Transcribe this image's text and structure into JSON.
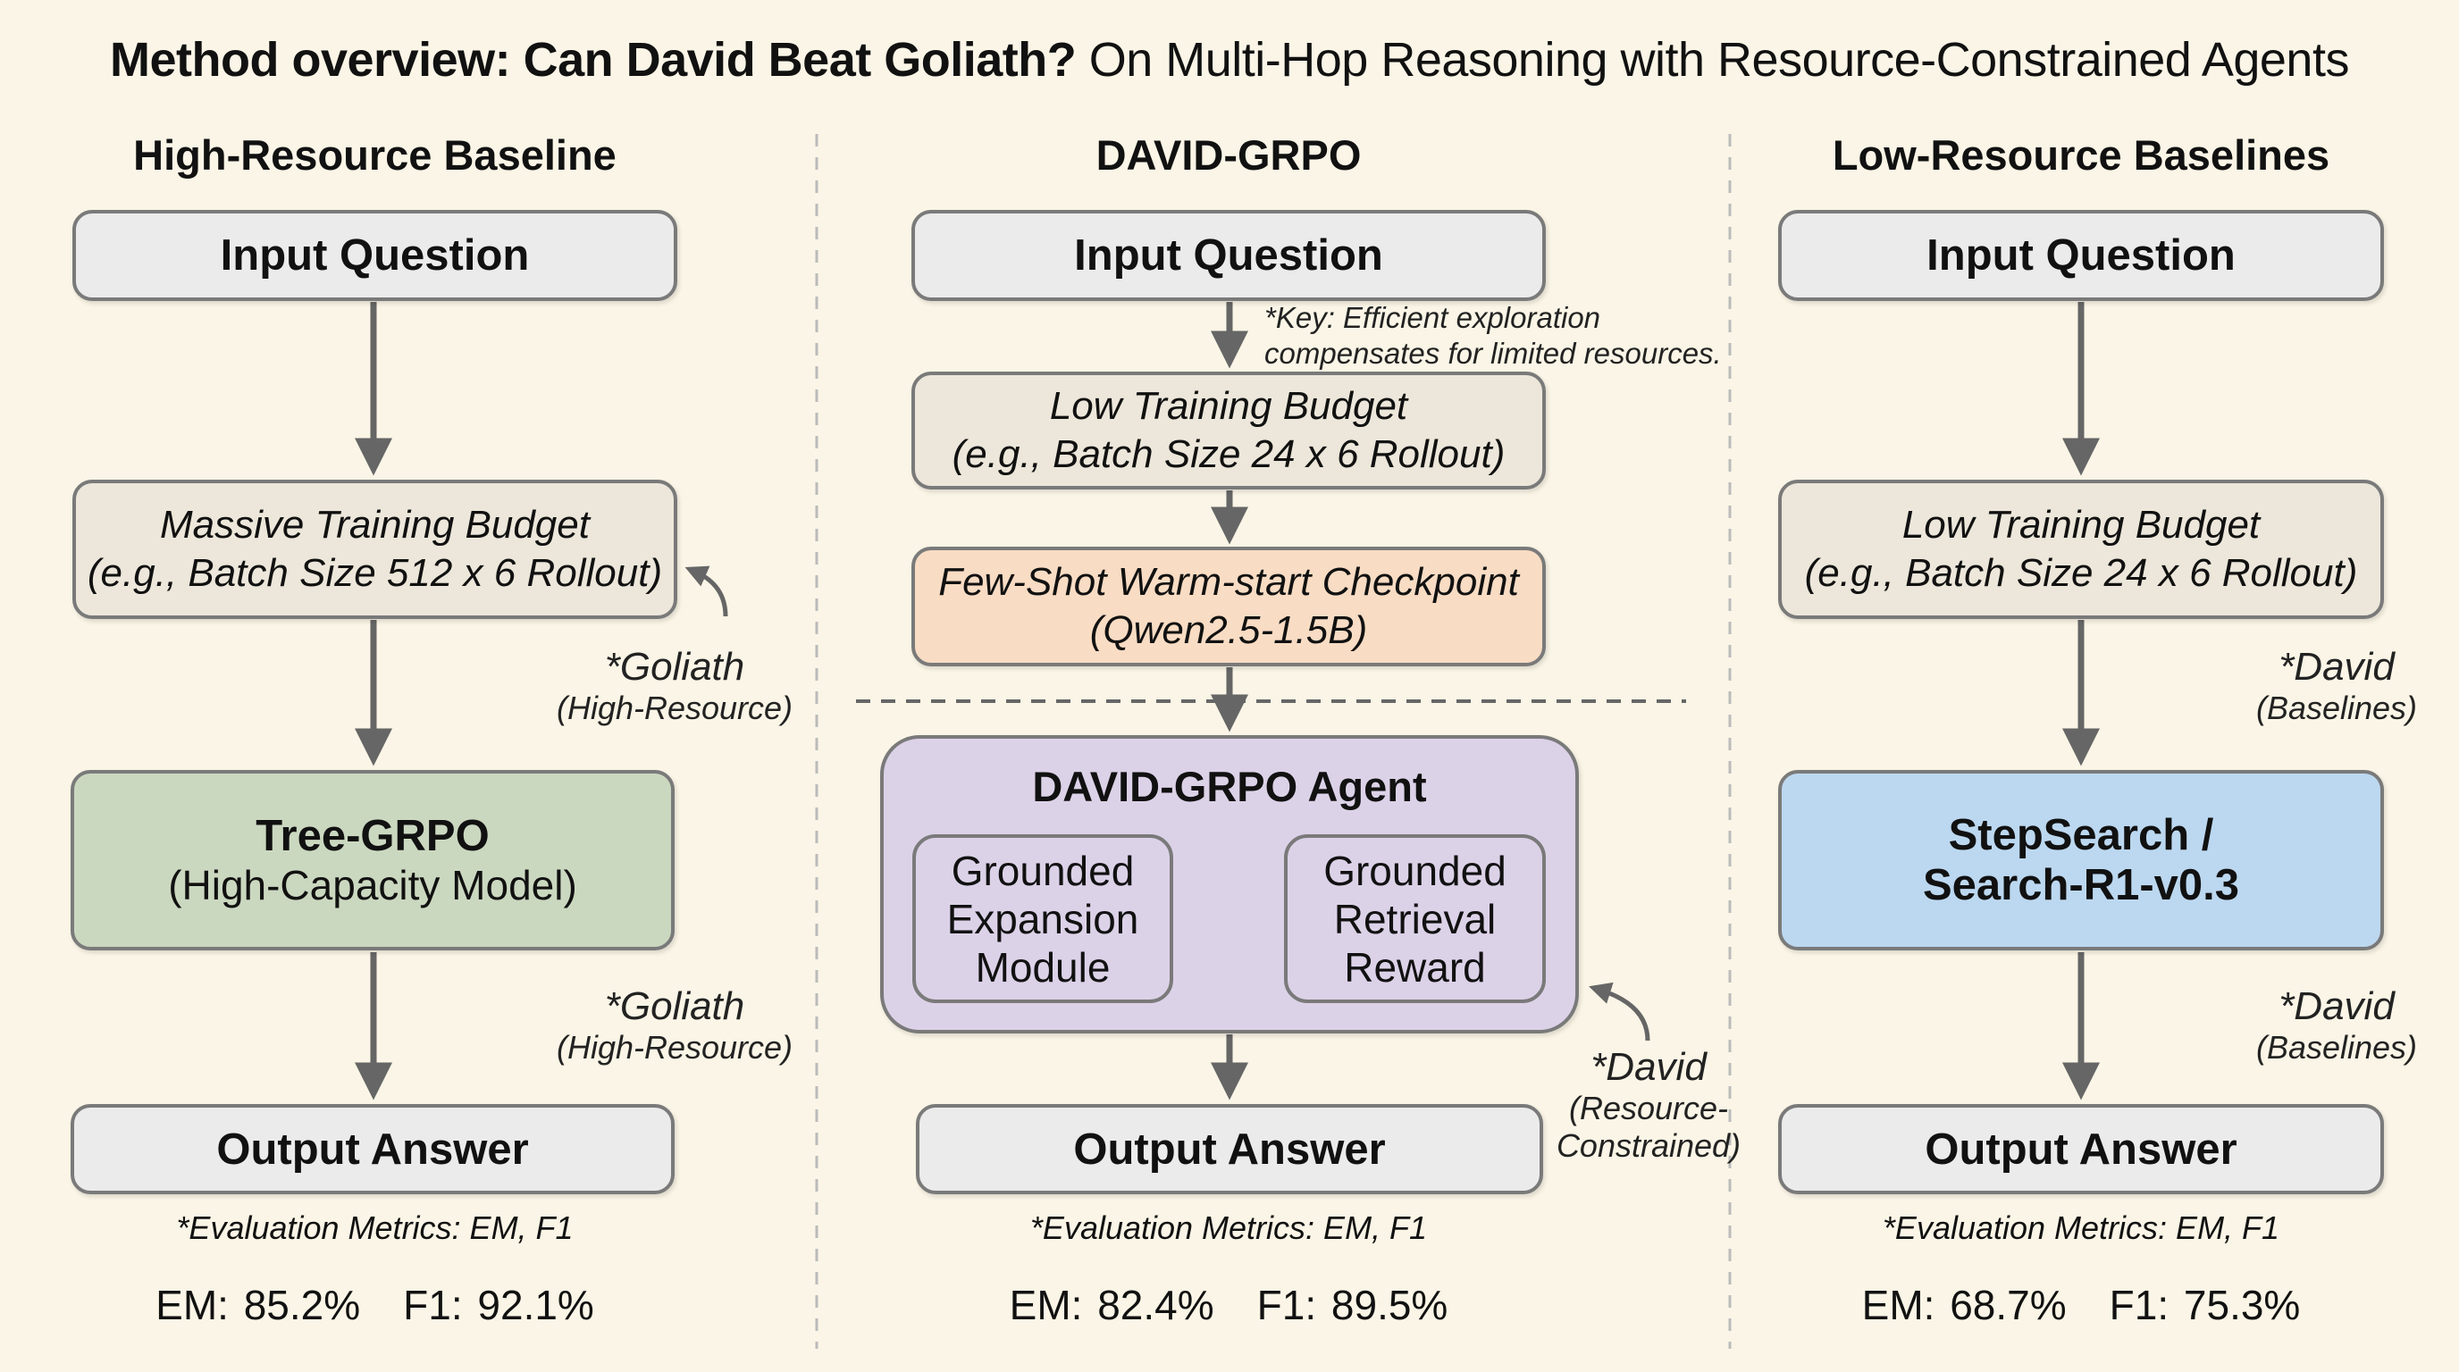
{
  "title": {
    "bold": "Method overview: Can David Beat Goliath?",
    "rest": "On Multi-Hop Reasoning with Resource-Constrained Agents"
  },
  "columns": {
    "high": {
      "heading": "High-Resource Baseline",
      "input": "Input Question",
      "budget_line1": "Massive Training Budget",
      "budget_line2": "(e.g., Batch Size 512 x 6 Rollout)",
      "model_line1": "Tree-GRPO",
      "model_line2": "(High-Capacity Model)",
      "annot1_main": "*Goliath",
      "annot1_sub": "(High-Resource)",
      "annot2_main": "*Goliath",
      "annot2_sub": "(High-Resource)",
      "output": "Output Answer",
      "metrics_note": "*Evaluation Metrics: EM, F1",
      "em": "EM: 85.2%",
      "f1": "F1: 92.1%"
    },
    "david": {
      "heading": "DAVID-GRPO",
      "input": "Input Question",
      "key_line1": "*Key: Efficient exploration",
      "key_line2": "compensates for limited resources.",
      "budget_line1": "Low Training Budget",
      "budget_line2": "(e.g., Batch Size 24 x 6 Rollout)",
      "checkpoint_line1": "Few-Shot Warm-start Checkpoint",
      "checkpoint_line2": "(Qwen2.5-1.5B)",
      "agent_title": "DAVID-GRPO Agent",
      "module_left": [
        "Grounded",
        "Expansion",
        "Module"
      ],
      "module_right": [
        "Grounded",
        "Retrieval",
        "Reward"
      ],
      "annot_main": "*David",
      "annot_sub1": "(Resource-",
      "annot_sub2": "Constrained)",
      "output": "Output Answer",
      "metrics_note": "*Evaluation Metrics: EM, F1",
      "em": "EM: 82.4%",
      "f1": "F1: 89.5%"
    },
    "low": {
      "heading": "Low-Resource Baselines",
      "input": "Input Question",
      "budget_line1": "Low Training Budget",
      "budget_line2": "(e.g., Batch Size 24 x 6 Rollout)",
      "model_line1": "StepSearch /",
      "model_line2": "Search-R1-v0.3",
      "annot1_main": "*David",
      "annot1_sub": "(Baselines)",
      "annot2_main": "*David",
      "annot2_sub": "(Baselines)",
      "output": "Output Answer",
      "metrics_note": "*Evaluation Metrics: EM, F1",
      "em": "EM: 68.7%",
      "f1": "F1: 75.3%"
    }
  }
}
